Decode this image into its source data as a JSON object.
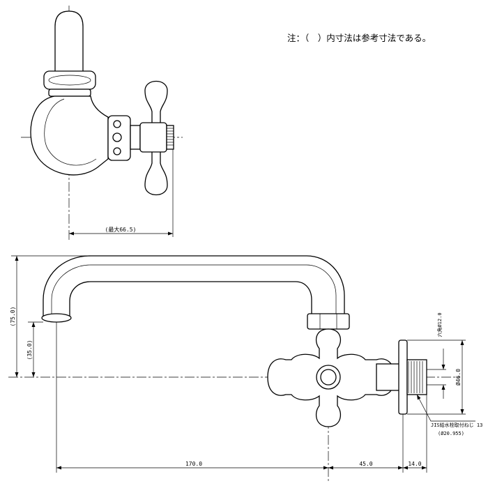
{
  "note": "注：（　）内寸法は参考寸法である。",
  "dimensions": {
    "top_width": "(最大66.5)",
    "total_height": "(75.0)",
    "spout_height": "(35.0)",
    "length_main": "170.0",
    "length_valve": "45.0",
    "length_flange": "14.0",
    "flange_hex": "六角Ø12.0",
    "flange_dia": "Ø46.0",
    "thread_spec": "JIS給水栓取付ねじ 13",
    "thread_dia": "(Ø20.955)"
  },
  "colors": {
    "line": "#000000",
    "background": "#ffffff"
  }
}
